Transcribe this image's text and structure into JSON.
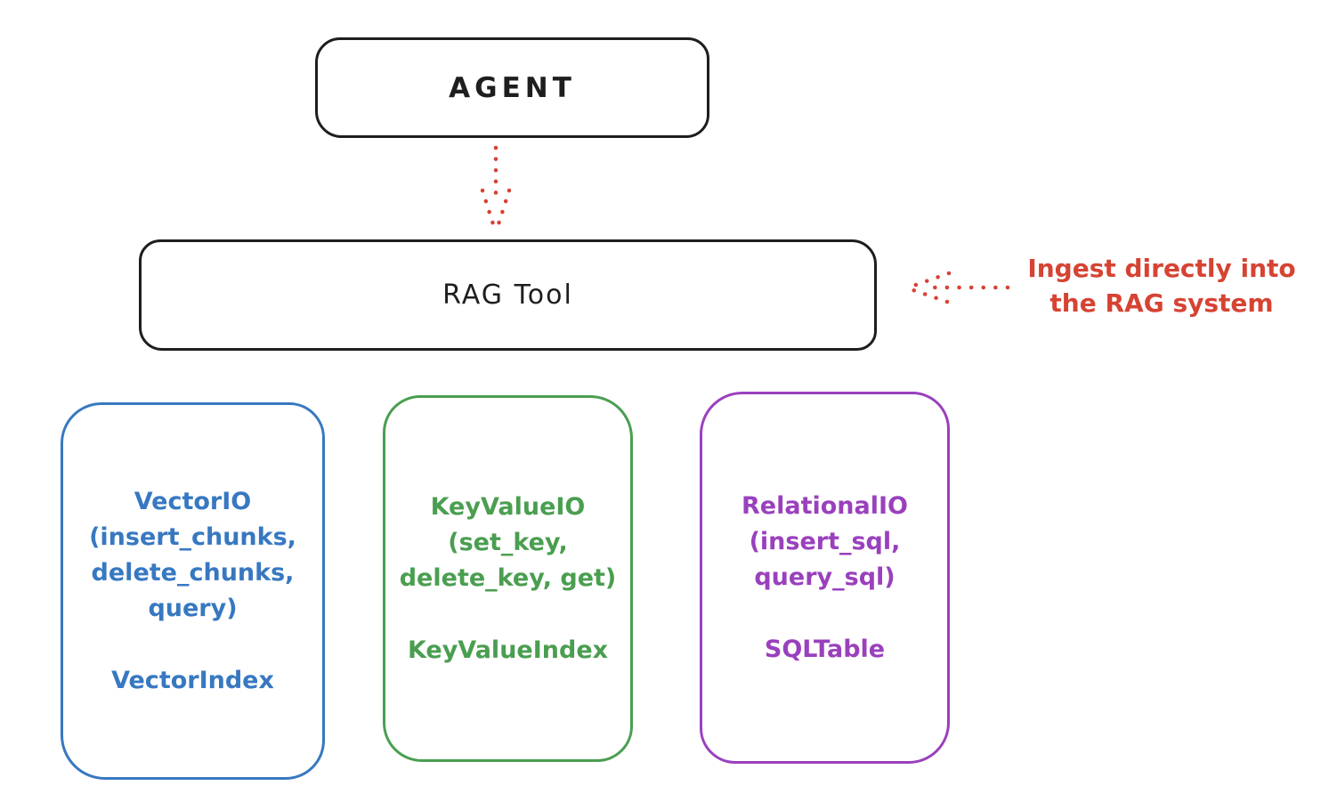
{
  "diagram": {
    "agent": {
      "label": "AGENT"
    },
    "rag_tool": {
      "label": "RAG Tool"
    },
    "annotation": {
      "text": "Ingest directly into\nthe RAG system"
    },
    "storage_boxes": [
      {
        "id": "vector-io",
        "methods": "VectorIO\n(insert_chunks,\ndelete_chunks,\nquery)",
        "index": "VectorIndex",
        "color": "#3778c1"
      },
      {
        "id": "keyvalue-io",
        "methods": "KeyValueIO\n(set_key,\ndelete_key, get)",
        "index": "KeyValueIndex",
        "color": "#4a9e50"
      },
      {
        "id": "relational-io",
        "methods": "RelationalIO\n(insert_sql,\nquery_sql)",
        "index": "SQLTable",
        "color": "#9a40bd"
      }
    ],
    "colors": {
      "node_stroke": "#1e1e1e",
      "accent_red": "#d64333",
      "accent_blue": "#3778c1",
      "accent_green": "#4a9e50",
      "accent_purple": "#9a40bd",
      "background": "#ffffff"
    }
  }
}
